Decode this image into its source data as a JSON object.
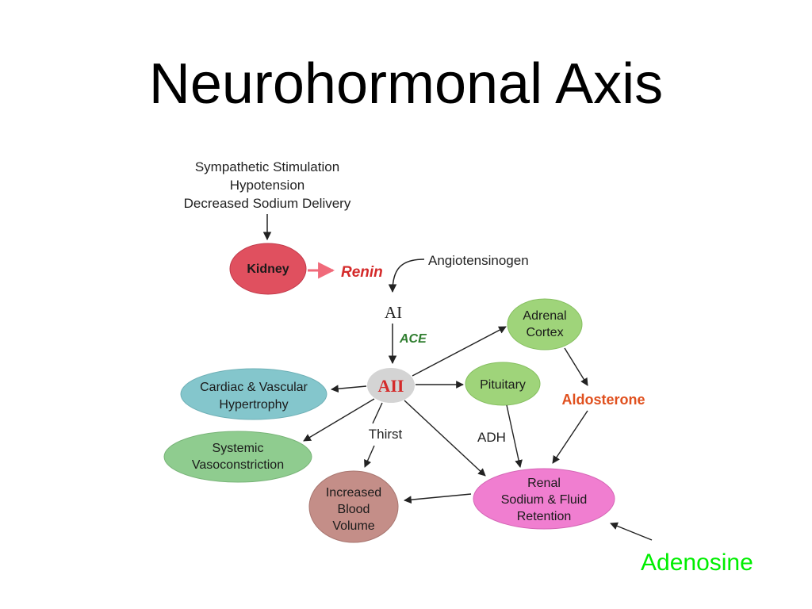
{
  "slide": {
    "title": "Neurohormonal Axis"
  },
  "diagram": {
    "stimuli": [
      "Sympathetic Stimulation",
      "Hypotension",
      "Decreased Sodium Delivery"
    ],
    "kidney": "Kidney",
    "renin": "Renin",
    "angiotensinogen": "Angiotensinogen",
    "ai": "AI",
    "ace": "ACE",
    "aii": "AII",
    "adrenal_cortex": [
      "Adrenal",
      "Cortex"
    ],
    "pituitary": "Pituitary",
    "aldosterone": "Aldosterone",
    "cardiac": [
      "Cardiac & Vascular",
      "Hypertrophy"
    ],
    "systemic": [
      "Systemic",
      "Vasoconstriction"
    ],
    "thirst": "Thirst",
    "adh": "ADH",
    "blood_volume": [
      "Increased",
      "Blood",
      "Volume"
    ],
    "renal": [
      "Renal",
      "Sodium & Fluid",
      "Retention"
    ],
    "adenosine": "Adenosine"
  },
  "colors": {
    "kidney": "#e0505f",
    "renin": "#d42a2a",
    "ace": "#2e7d2e",
    "aii_text": "#d42a2a",
    "aii_fill": "#d4d4d4",
    "green_node": "#9fd47a",
    "cardiac": "#84c6cc",
    "systemic": "#8fcc8f",
    "blood_volume": "#c48e88",
    "renal": "#f07ed0",
    "aldosterone": "#e0501e",
    "adenosine": "#00ee00"
  }
}
